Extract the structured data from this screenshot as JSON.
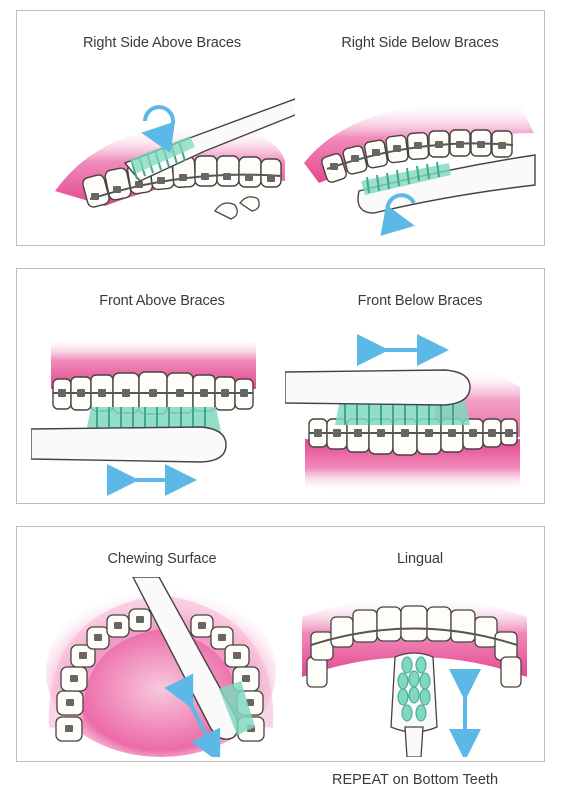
{
  "panels": [
    {
      "captions": [
        "Right Side Above Braces",
        "Right Side Below Braces"
      ]
    },
    {
      "captions": [
        "Front Above Braces",
        "Front Below Braces"
      ]
    },
    {
      "captions": [
        "Chewing Surface",
        "Lingual"
      ]
    }
  ],
  "footer": "REPEAT on Bottom Teeth",
  "colors": {
    "gum": "#e8549a",
    "gum_light": "#f7b9d6",
    "bristles": "#7fd8bf",
    "arrow": "#5cb8e6",
    "brace": "#555555"
  }
}
